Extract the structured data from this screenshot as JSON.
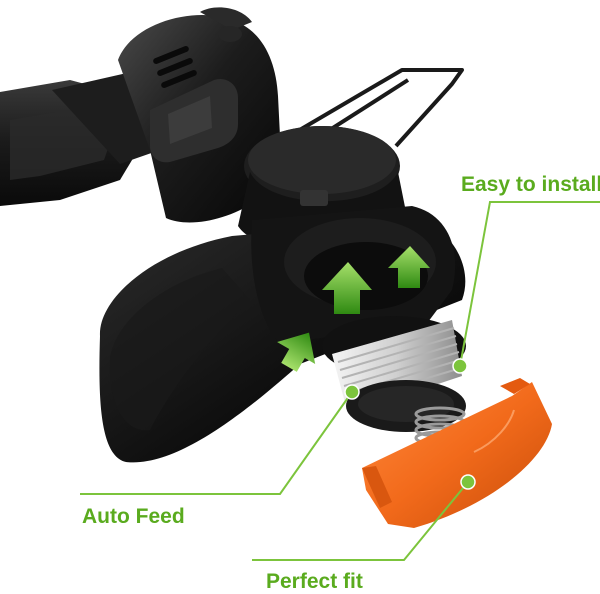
{
  "callouts": {
    "easy_to_install": "Easy to install",
    "auto_feed": "Auto Feed",
    "perfect_fit": "Perfect fit"
  },
  "colors": {
    "label_green": "#5aab1e",
    "line_green": "#7cc43c",
    "cap_orange": "#f26a1b",
    "body_black": "#141414",
    "spool_grey": "#cfcfcf"
  },
  "icons": {
    "arrows": "feed-direction-arrows",
    "callout_dots": "callout-pointer-dots"
  }
}
